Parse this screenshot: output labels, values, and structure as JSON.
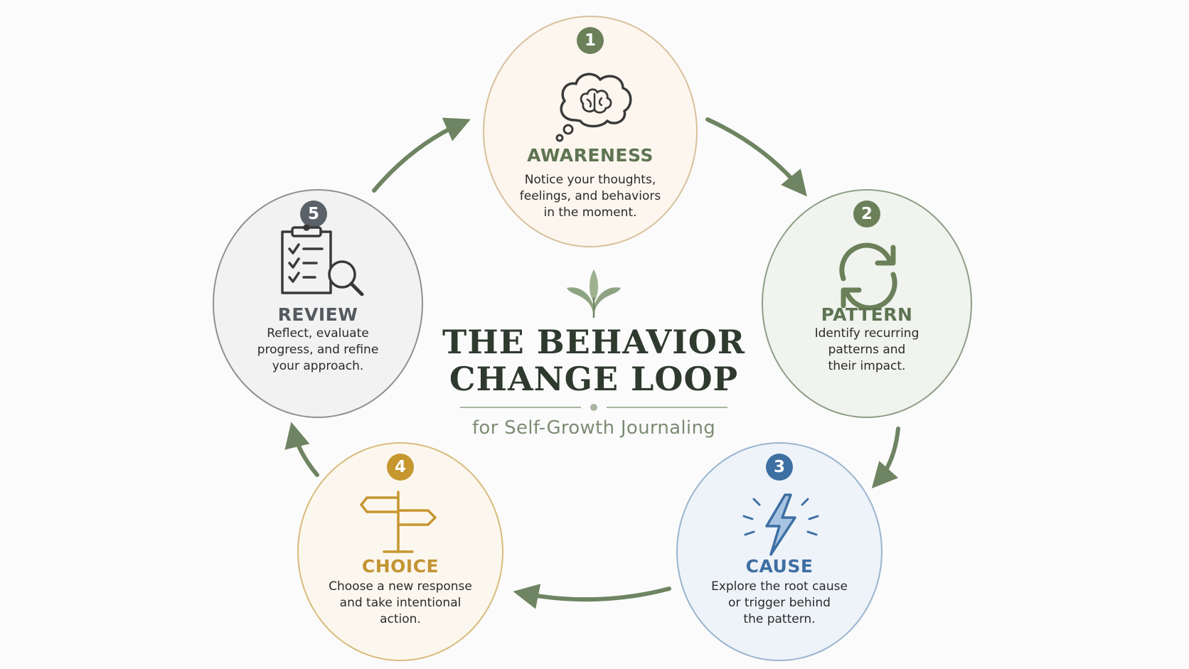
{
  "title_line1": "THE BEHAVIOR",
  "title_line2": "CHANGE LOOP",
  "subtitle": "for Self-Growth Journaling",
  "colors": {
    "background": "#fbfbfb",
    "arrow": "#6e8462",
    "awareness": "#6b8059",
    "pattern": "#6b8059",
    "cause": "#3d6fa3",
    "choice": "#c6962f",
    "review": "#5b6168"
  },
  "steps": [
    {
      "number": "1",
      "title": "AWARENESS",
      "icon": "thought-brain-icon",
      "desc": [
        "Notice your thoughts,",
        "feelings, and behaviors",
        "in the moment."
      ]
    },
    {
      "number": "2",
      "title": "PATTERN",
      "icon": "cycle-arrows-icon",
      "desc": [
        "Identify recurring",
        "patterns and",
        "their impact."
      ]
    },
    {
      "number": "3",
      "title": "CAUSE",
      "icon": "lightning-bolt-icon",
      "desc": [
        "Explore the root cause",
        "or trigger behind",
        "the pattern."
      ]
    },
    {
      "number": "4",
      "title": "CHOICE",
      "icon": "signpost-icon",
      "desc": [
        "Choose a new response",
        "and take intentional",
        "action."
      ]
    },
    {
      "number": "5",
      "title": "REVIEW",
      "icon": "clipboard-magnifier-icon",
      "desc": [
        "Reflect, evaluate",
        "progress, and refine",
        "your approach."
      ]
    }
  ]
}
